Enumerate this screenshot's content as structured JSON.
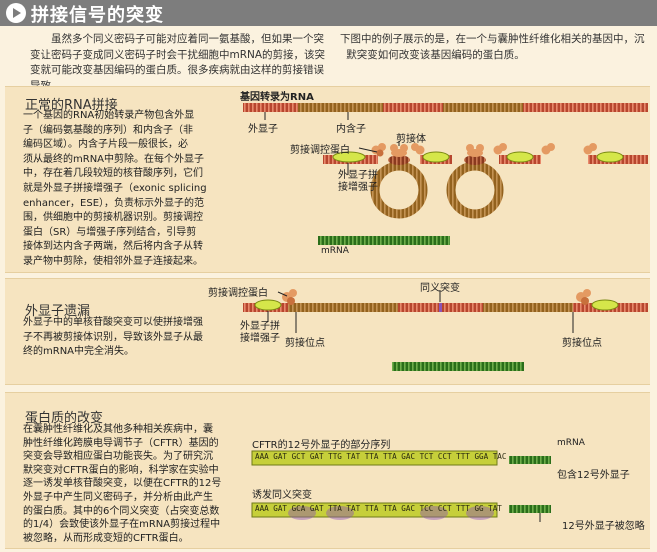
{
  "title": "拼接信号的突变",
  "intro": {
    "left": [
      "虽然多个同义密码子可能对应着同一氨基酸，但如果一个突",
      "变让密码子变成同义密码子时会干扰细胞中mRNA的剪接，该突",
      "变就可能改变基因编码的蛋白质。很多疾病就由这样的剪接错误导致。"
    ],
    "right": [
      "下图中的例子展示的是，在一个与囊肿性纤维化相关的基因中，沉",
      "默突变如何改变该基因编码的蛋白质。"
    ]
  },
  "section1": {
    "heading": "正常的RNA拼接",
    "body": [
      "一个基因的RNA初始转录产物包含外显",
      "子（编码氨基酸的序列）和内含子（非",
      "编码区域）。内含子片段一般很长，必",
      "须从最终的mRNA中剪除。在每个外显子",
      "中，存在着几段较短的核苷酸序列，它们",
      "就是外显子拼接增强子（exonic splicing",
      "enhancer，ESE），负责标示外显子的范",
      "围，供细胞中的剪接机器识别。剪接调控",
      "蛋白（SR）与增强子序列结合，引导剪",
      "接体到达内含子两端，然后将内含子从转",
      "录产物中剪除，使相邻外显子连接起来。"
    ],
    "labels": {
      "transcript": "基因转录为RNA",
      "exon": "外显子",
      "intron": "内含子",
      "spliceosome": "剪接体",
      "sr": "剪接调控蛋白",
      "ese": [
        "外显子拼",
        "接增强子"
      ],
      "mrna": "mRNA"
    }
  },
  "section2": {
    "heading": "外显子遗漏",
    "body": [
      "外显子中的单核苷酸突变可以使拼接增强",
      "子不再被剪接体识别，导致该外显子从最",
      "终的mRNA中完全消失。"
    ],
    "labels": {
      "sr": "剪接调控蛋白",
      "missense": "同义突变",
      "ese": [
        "外显子拼",
        "接增强子"
      ],
      "site1": "剪接位点",
      "site2": "剪接位点"
    }
  },
  "section3": {
    "heading": "蛋白质的改变",
    "body": [
      "在囊肿性纤维化及其他多种相关疾病中，囊",
      "肿性纤维化跨膜电导调节子（CFTR）基因的",
      "突变会导致相应蛋白功能丧失。为了研究沉",
      "默突变对CFTR蛋白的影响，科学家在实验中",
      "逐一诱发单核苷酸突变，以便在CFTR的12号",
      "外显子中产生同义密码子，并分析由此产生",
      "的蛋白质。其中的6个同义突变（占突变总数",
      "的1/4）会致使该外显子在mRNA剪接过程中",
      "被忽略，从而形成变短的CFTR蛋白。"
    ],
    "seq_caption1": "CFTR的12号外显子的部分序列",
    "seq1": "AAA GAT GCT GAT TTG TAT TTA TTA GAC TCT CCT TTT GGA TAC",
    "mrna_label": "mRNA",
    "included_label": "包含12号外显子",
    "seq_caption2": "诱发同义突变",
    "seq2": "AAA GAT GCA GAT TTA TAT TTA TTA GAC TCC CCT TTT GG TAT",
    "skipped_label": "12号外显子被忽略"
  },
  "colors": {
    "exon": "#b7462e",
    "intron": "#93621e",
    "ese": "#d5e64a",
    "sr": "#e49a62",
    "spliceosome": "#8a3a1f",
    "mrna": "#2a6e1a",
    "mutation": "#8c55b5",
    "seqbar": "#c6cf3a"
  }
}
